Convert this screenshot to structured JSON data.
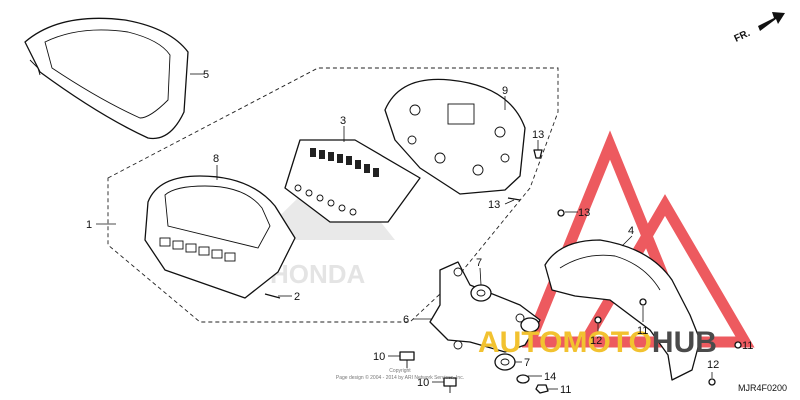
{
  "direction_label": "FR.",
  "drawing_code": "MJR4F0200",
  "copyright_lines": [
    "Copyright",
    "Page design © 2004 - 2014 by ARI Network Services, Inc."
  ],
  "watermark": {
    "brand_parts": [
      "AUTO",
      "MOTO",
      "HUB"
    ],
    "colors": {
      "auto": "#f2c230",
      "moto": "#f2c230",
      "hub": "#4a4a4a",
      "logo": "#e8232a"
    }
  },
  "background_text": "HONDA",
  "callouts": [
    {
      "id": "c1",
      "text": "1"
    },
    {
      "id": "c2",
      "text": "2"
    },
    {
      "id": "c3",
      "text": "3"
    },
    {
      "id": "c4",
      "text": "4"
    },
    {
      "id": "c5",
      "text": "5"
    },
    {
      "id": "c6",
      "text": "6"
    },
    {
      "id": "c7a",
      "text": "7"
    },
    {
      "id": "c7b",
      "text": "7"
    },
    {
      "id": "c8",
      "text": "8"
    },
    {
      "id": "c9",
      "text": "9"
    },
    {
      "id": "c10a",
      "text": "10"
    },
    {
      "id": "c10b",
      "text": "10"
    },
    {
      "id": "c11a",
      "text": "11"
    },
    {
      "id": "c11b",
      "text": "11"
    },
    {
      "id": "c11c",
      "text": "11"
    },
    {
      "id": "c12a",
      "text": "12"
    },
    {
      "id": "c12b",
      "text": "12"
    },
    {
      "id": "c13a",
      "text": "13"
    },
    {
      "id": "c13b",
      "text": "13"
    },
    {
      "id": "c13c",
      "text": "13"
    },
    {
      "id": "c14",
      "text": "14"
    }
  ]
}
